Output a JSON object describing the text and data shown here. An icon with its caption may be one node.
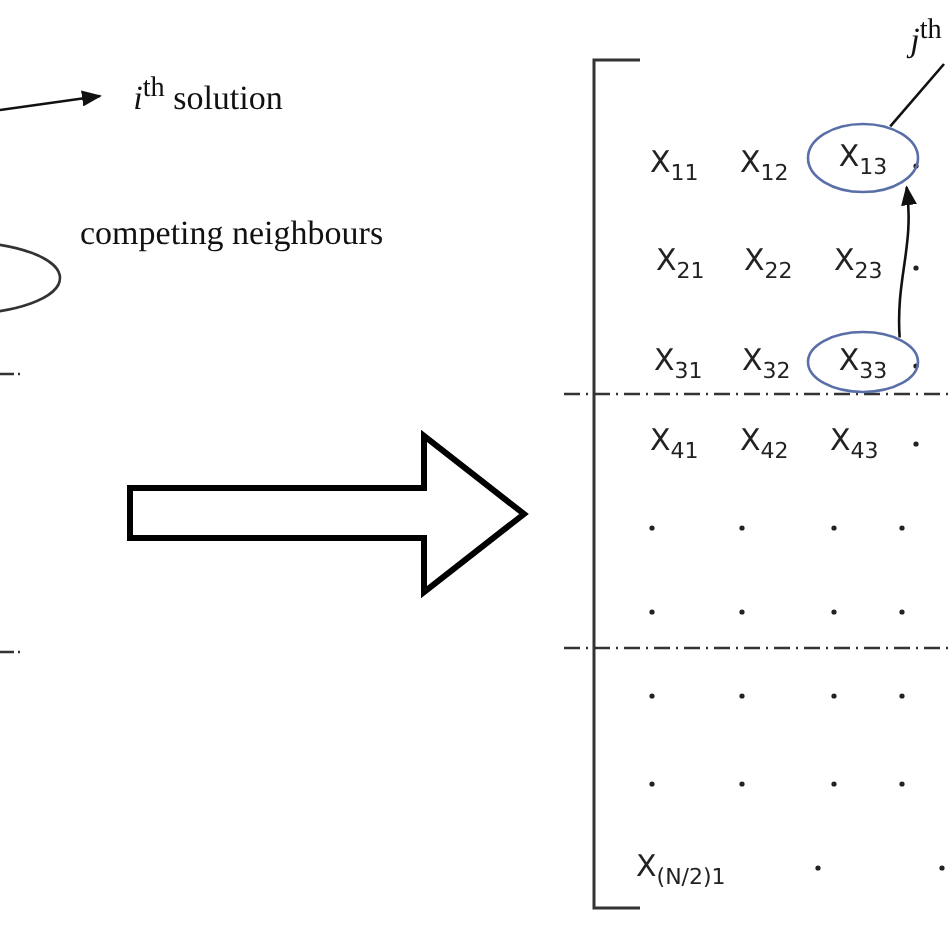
{
  "diagram": {
    "nodes": [
      {
        "text": [
          "*i*$^{th}$ solution"
        ]
      },
      {
        "text": [
          "*j*$^{th}$"
        ]
      },
      {
        "text": [
          "X$_{13}$"
        ]
      },
      {
        "text": [
          "X$_{33}$"
        ]
      }
    ],
    "edges": [
      {
        "from": null,
        "to": 0,
        "arrow": "to"
      },
      {
        "from": 1,
        "to": 2,
        "arrow": "none"
      },
      {
        "from": 3,
        "to": 2,
        "arrow": "to"
      }
    ],
    "labels": [
      "competing neighbours",
      "X$_{11}$",
      "X$_{12}$",
      "X$_{21}$",
      "X$_{22}$",
      "X$_{23}$",
      "X$_{31}$",
      "X$_{32}$",
      "X$_{41}$",
      "X$_{42}$",
      "X$_{43}$",
      "X$_{(N/2)1}$"
    ]
  }
}
